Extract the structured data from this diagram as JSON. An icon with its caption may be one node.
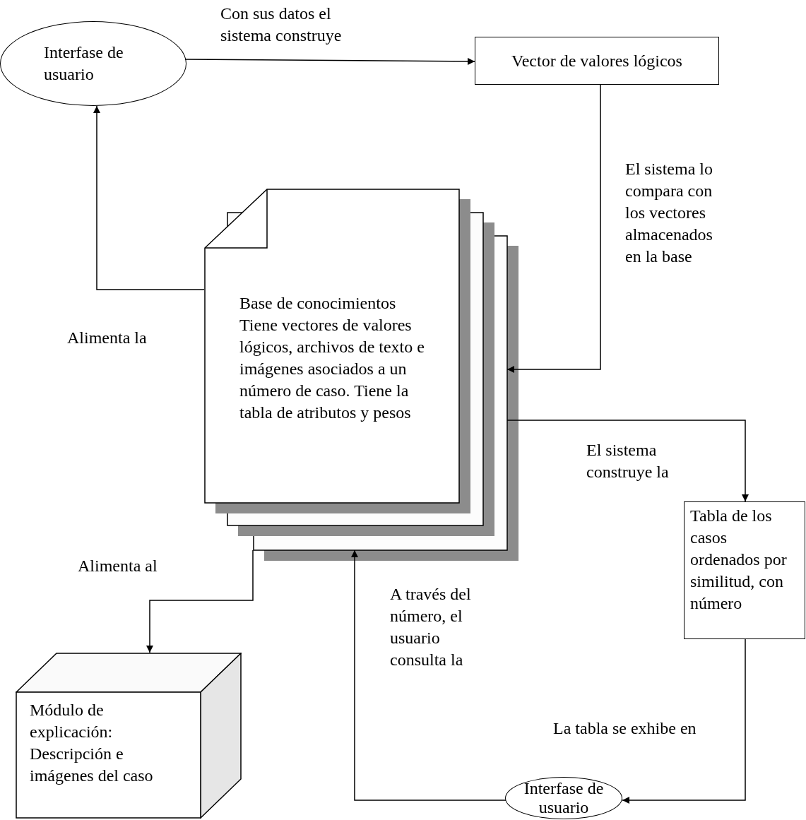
{
  "diagram": {
    "nodes": [
      {
        "text": [
          "Interfase de usuario"
        ]
      },
      {
        "text": [
          "Vector de valores lógicos"
        ]
      },
      {
        "text": [
          "Base de conocimientos",
          "Tiene vectores de valores lógicos, archivos de texto e imágenes asociados a un número de caso. Tiene la tabla de atributos y pesos"
        ]
      },
      {
        "text": [
          "Tabla de los casos ordenados por similitud, con número"
        ]
      },
      {
        "text": [
          "Módulo de explicación: Descripción e imágenes del caso"
        ]
      },
      {
        "text": [
          "Interfase de usuario"
        ]
      }
    ],
    "edges": [
      {
        "from": 2,
        "to": 0,
        "arrow": "to",
        "label": "Alimenta la"
      },
      {
        "from": 0,
        "to": 1,
        "arrow": "to",
        "label": "Con sus datos el sistema construye"
      },
      {
        "from": 1,
        "to": 2,
        "arrow": "to",
        "label": "El sistema lo compara con los vectores almacenados en la base"
      },
      {
        "from": 2,
        "to": 3,
        "arrow": "to",
        "label": "El sistema construye la"
      },
      {
        "from": 2,
        "to": 4,
        "arrow": "to",
        "label": "Alimenta al"
      },
      {
        "from": 3,
        "to": 5,
        "arrow": "to",
        "label": "La tabla se exhibe en"
      },
      {
        "from": 5,
        "to": 2,
        "arrow": "to",
        "label": "A través del número, el usuario consulta la"
      }
    ]
  }
}
